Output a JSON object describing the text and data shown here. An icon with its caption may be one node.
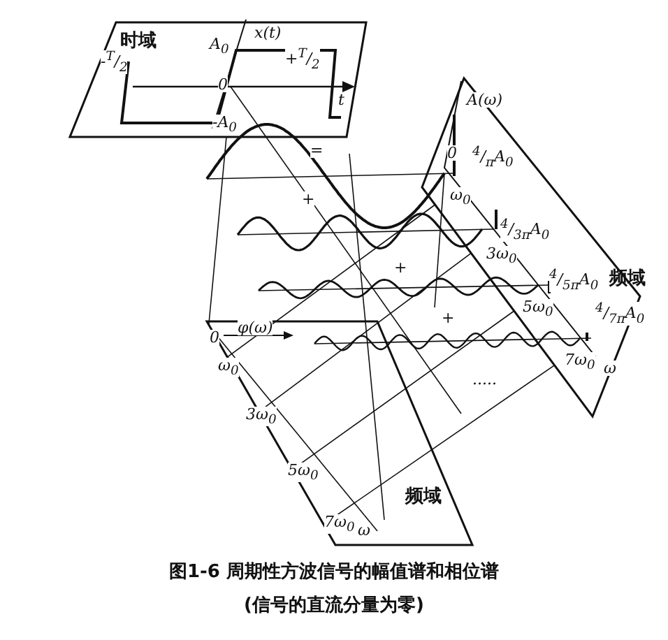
{
  "diagram": {
    "title": "图1-6 周期性方波信号的幅值谱和相位谱",
    "caption": "(信号的直流分量为零)",
    "nodes": [
      {
        "text": [
          "时域"
        ]
      },
      {
        "text": [
          "频域"
        ]
      },
      {
        "text": [
          "频域"
        ]
      }
    ],
    "edges": [
      {
        "from": 0,
        "to": 2,
        "arrow": "none"
      },
      {
        "from": 1,
        "to": 2,
        "arrow": "none"
      },
      {
        "from": 1,
        "to": 2,
        "arrow": "none"
      },
      {
        "from": 1,
        "to": 2,
        "arrow": "none"
      },
      {
        "from": 1,
        "to": 2,
        "arrow": "none"
      }
    ],
    "labels": [
      "x(t)",
      "A$_{0}$",
      "-$^{T}$/$_{2}$",
      "+$^{T}$/$_{2}$",
      "0",
      "t",
      "-A$_{0}$",
      "=",
      "A(ω)",
      "0",
      "$^{4}$/$_{π}$A$_{0}$",
      "+",
      "ω$_{0}$",
      "$^{4}$/$_{3π}$A$_{0}$",
      "3ω$_{0}$",
      "+",
      "$^{4}$/$_{5π}$A$_{0}$",
      "5ω$_{0}$",
      "+",
      "$^{4}$/$_{7π}$A$_{0}$",
      "7ω$_{0}$",
      "ω",
      "φ(ω)",
      "0",
      "ω$_{0}$",
      ".....",
      "3ω$_{0}$",
      "5ω$_{0}$",
      "7ω$_{0}$",
      "ω"
    ]
  }
}
